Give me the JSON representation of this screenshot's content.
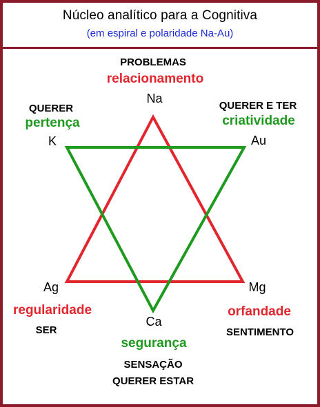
{
  "header": {
    "title": "Núcleo analítico para a Cognitiva",
    "subtitle": "(em espiral e polaridade Na-Au)"
  },
  "colors": {
    "frame": "#8b1a2b",
    "red_triangle": "#e1262d",
    "green_triangle": "#1e9a1e",
    "subtitle": "#1a2ad6"
  },
  "nodes": {
    "na": {
      "symbol": "Na",
      "keyword": "relacionamento",
      "caption": "PROBLEMAS"
    },
    "k": {
      "symbol": "K",
      "keyword": "pertença",
      "caption": "QUERER"
    },
    "au": {
      "symbol": "Au",
      "keyword": "criatividade",
      "caption": "QUERER E TER"
    },
    "ag": {
      "symbol": "Ag",
      "keyword": "regularidade",
      "caption": "SER"
    },
    "mg": {
      "symbol": "Mg",
      "keyword": "orfandade",
      "caption": "SENTIMENTO"
    },
    "ca": {
      "symbol": "Ca",
      "keyword": "segurança",
      "caption": "SENSAÇÃO",
      "caption2": "QUERER ESTAR"
    }
  }
}
